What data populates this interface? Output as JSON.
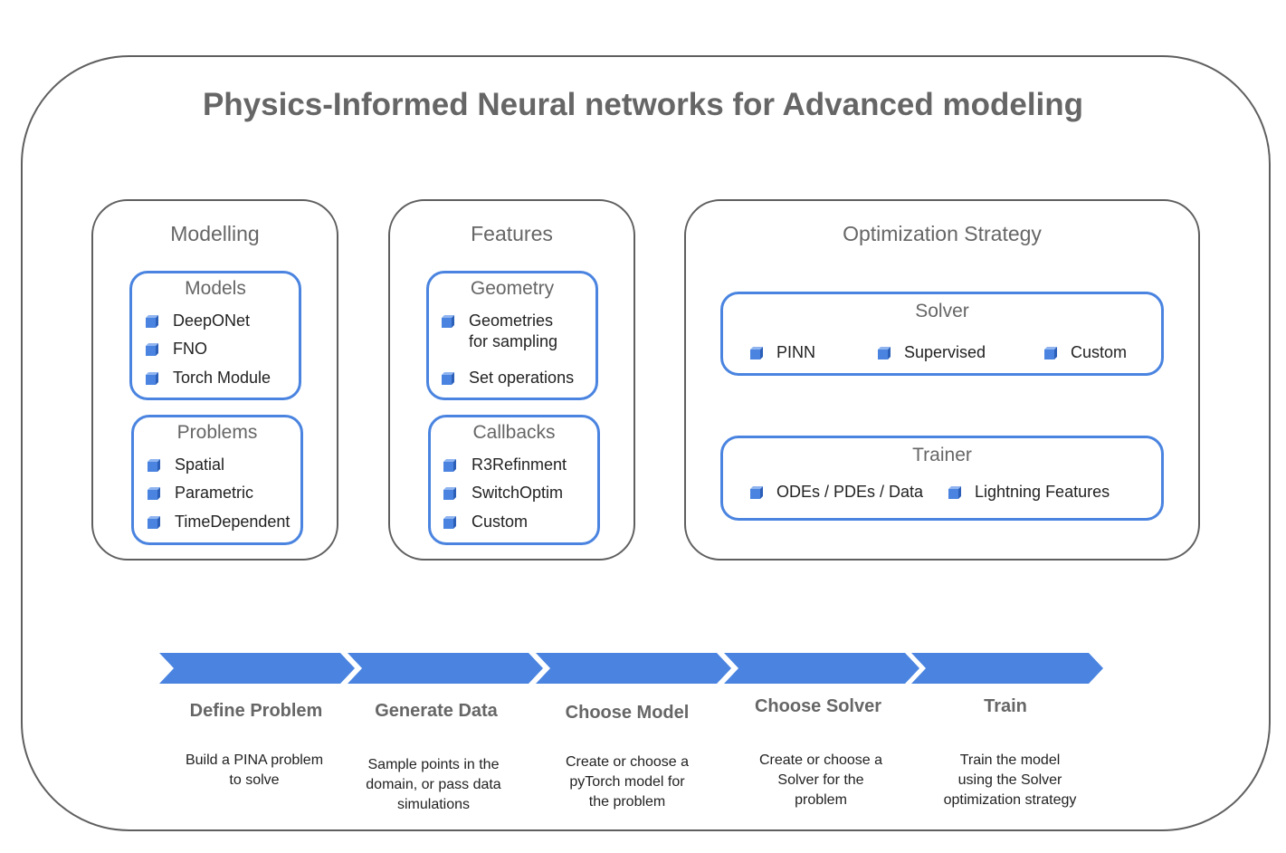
{
  "title": "Physics-Informed Neural networks for Advanced modeling",
  "colors": {
    "accent": "#4a84e0",
    "border": "#5f5f5f",
    "heading": "#666666"
  },
  "modelling": {
    "title": "Modelling",
    "models": {
      "title": "Models",
      "items": [
        "DeepONet",
        "FNO",
        "Torch Module"
      ]
    },
    "problems": {
      "title": "Problems",
      "items": [
        "Spatial",
        "Parametric",
        "TimeDependent"
      ]
    }
  },
  "features": {
    "title": "Features",
    "geometry": {
      "title": "Geometry",
      "items": [
        "Geometries for sampling",
        "Set operations"
      ]
    },
    "callbacks": {
      "title": "Callbacks",
      "items": [
        "R3Refinment",
        "SwitchOptim",
        "Custom"
      ]
    }
  },
  "optimization": {
    "title": "Optimization Strategy",
    "solver": {
      "title": "Solver",
      "items": [
        "PINN",
        "Supervised",
        "Custom"
      ]
    },
    "trainer": {
      "title": "Trainer",
      "items": [
        "ODEs / PDEs / Data",
        "Lightning Features"
      ]
    }
  },
  "pipeline": {
    "steps": [
      {
        "title": "Define Problem",
        "desc": [
          "Build a PINA problem",
          "to solve"
        ]
      },
      {
        "title": "Generate Data",
        "desc": [
          "Sample points in the",
          "domain, or pass data",
          "simulations"
        ]
      },
      {
        "title": "Choose Model",
        "desc": [
          "Create or choose a",
          "pyTorch model for",
          "the problem"
        ]
      },
      {
        "title": "Choose Solver",
        "desc": [
          "Create or choose a",
          "Solver  for the",
          "problem"
        ]
      },
      {
        "title": "Train",
        "desc": [
          "Train the model",
          "using the Solver",
          "optimization strategy"
        ]
      }
    ]
  }
}
